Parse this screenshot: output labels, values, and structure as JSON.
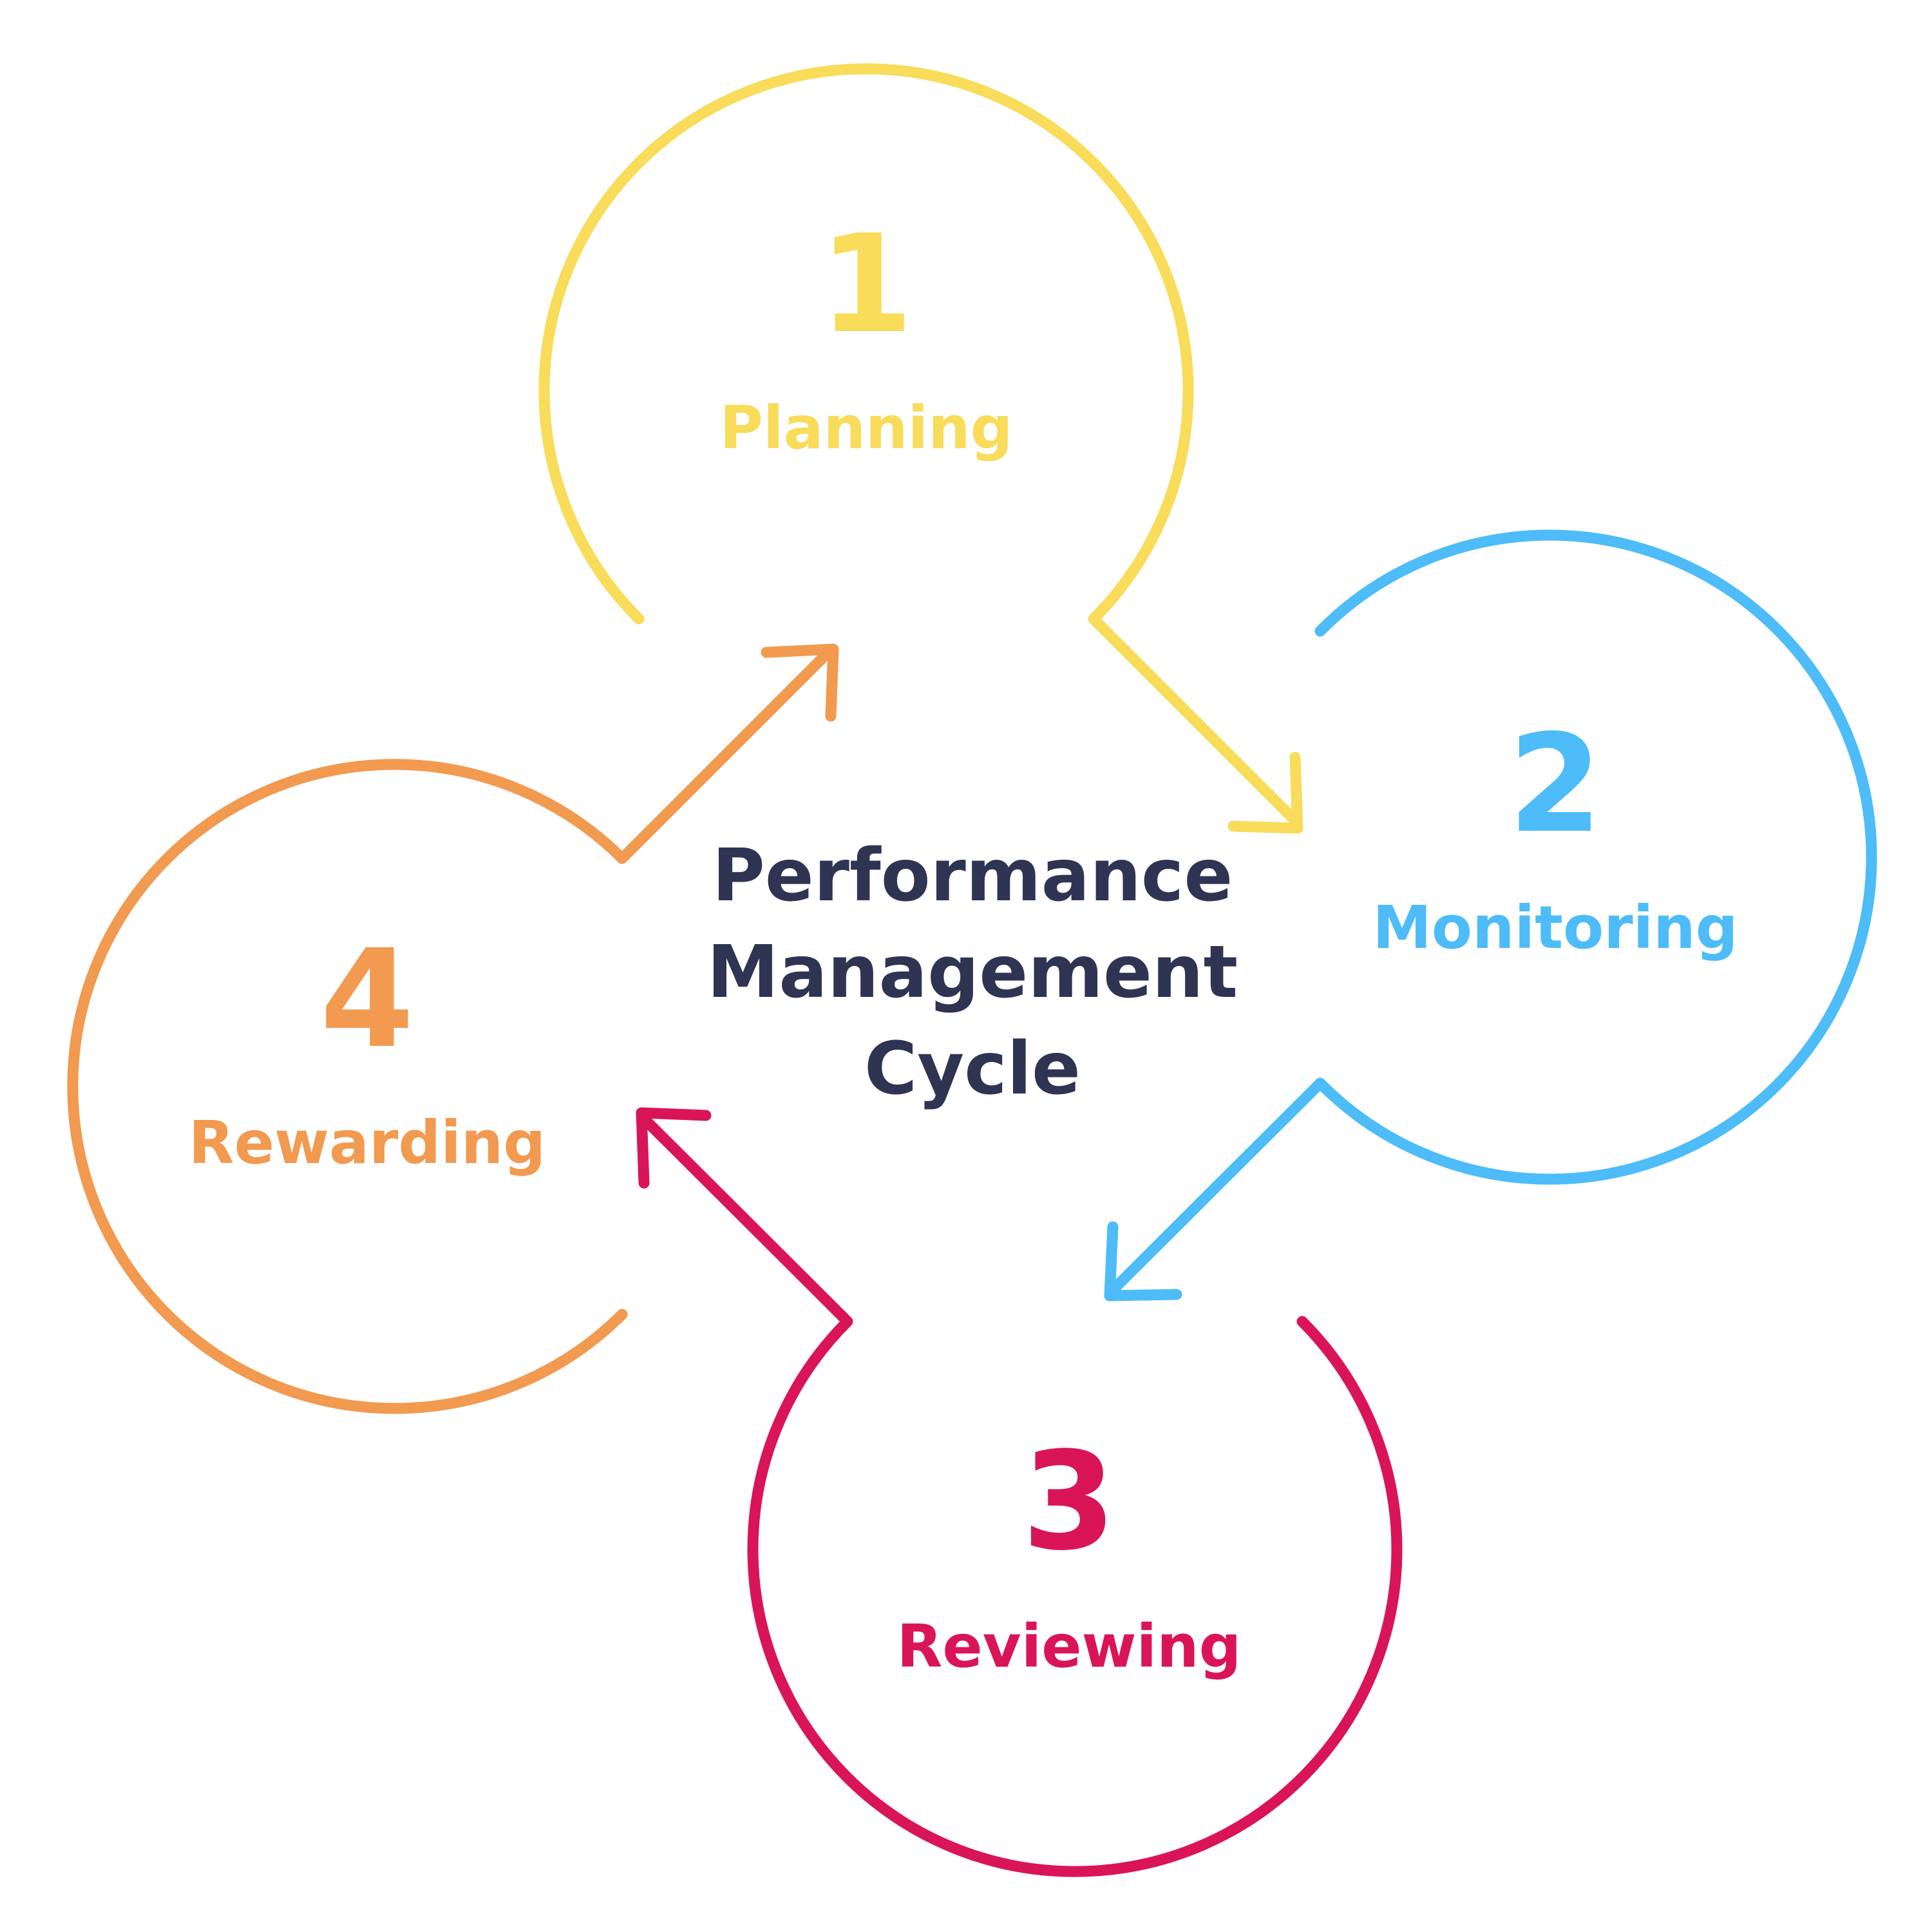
{
  "diagram": {
    "title_lines": [
      "Performance",
      "Management",
      "Cycle"
    ],
    "colors": {
      "title": "#2e3452",
      "planning": "#f8dc5a",
      "monitoring": "#4dbcf8",
      "reviewing": "#d91558",
      "rewarding": "#f19a50",
      "background": "#ffffff"
    },
    "steps": [
      {
        "number": "1",
        "label": "Planning"
      },
      {
        "number": "2",
        "label": "Monitoring"
      },
      {
        "number": "3",
        "label": "Reviewing"
      },
      {
        "number": "4",
        "label": "Rewarding"
      }
    ]
  }
}
